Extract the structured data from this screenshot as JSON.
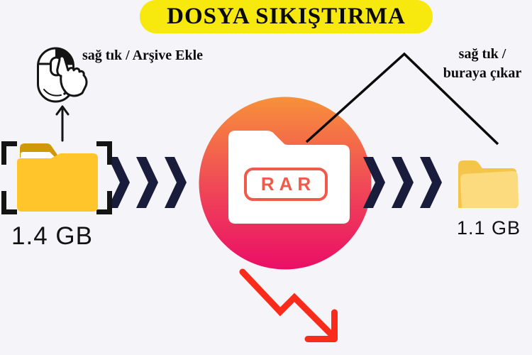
{
  "title": "DOSYA SIKIŞTIRMA",
  "annotations": {
    "compress": "sağ tık / Arşive Ekle",
    "extract_line1": "sağ tık /",
    "extract_line2": "buraya çıkar"
  },
  "source_folder": {
    "size_label": "1.4 GB"
  },
  "archive": {
    "format_label": "RAR"
  },
  "output_folder": {
    "size_label": "1.1 GB"
  },
  "icons": {
    "mouse": "mouse-right-click-icon",
    "hand": "pointing-hand-icon",
    "up_arrow": "up-arrow-icon",
    "source_folder": "closed-folder-icon",
    "brackets": "selection-brackets",
    "chevrons": "triple-chevron-right-icon",
    "archive_folder": "rar-folder-icon",
    "pointer": "pointer-line",
    "output_folder": "open-folder-icon",
    "trend_arrow": "trend-down-arrow-icon"
  },
  "colors": {
    "background": "#F4F4F9",
    "title_bg": "#F7E90E",
    "text": "#0D0D0D",
    "chevron_navy": "#191C3A",
    "folder_yellow": "#FFC52A",
    "folder_flap_gold": "#D09708",
    "circle_top": "#F7913A",
    "circle_mid": "#F04B56",
    "circle_bottom": "#EA0E66",
    "rar_red": "#F15A4A",
    "arrow_red": "#FB2B1B",
    "output_folder_back": "#F5C44A",
    "output_folder_front": "#FBDB7E"
  }
}
